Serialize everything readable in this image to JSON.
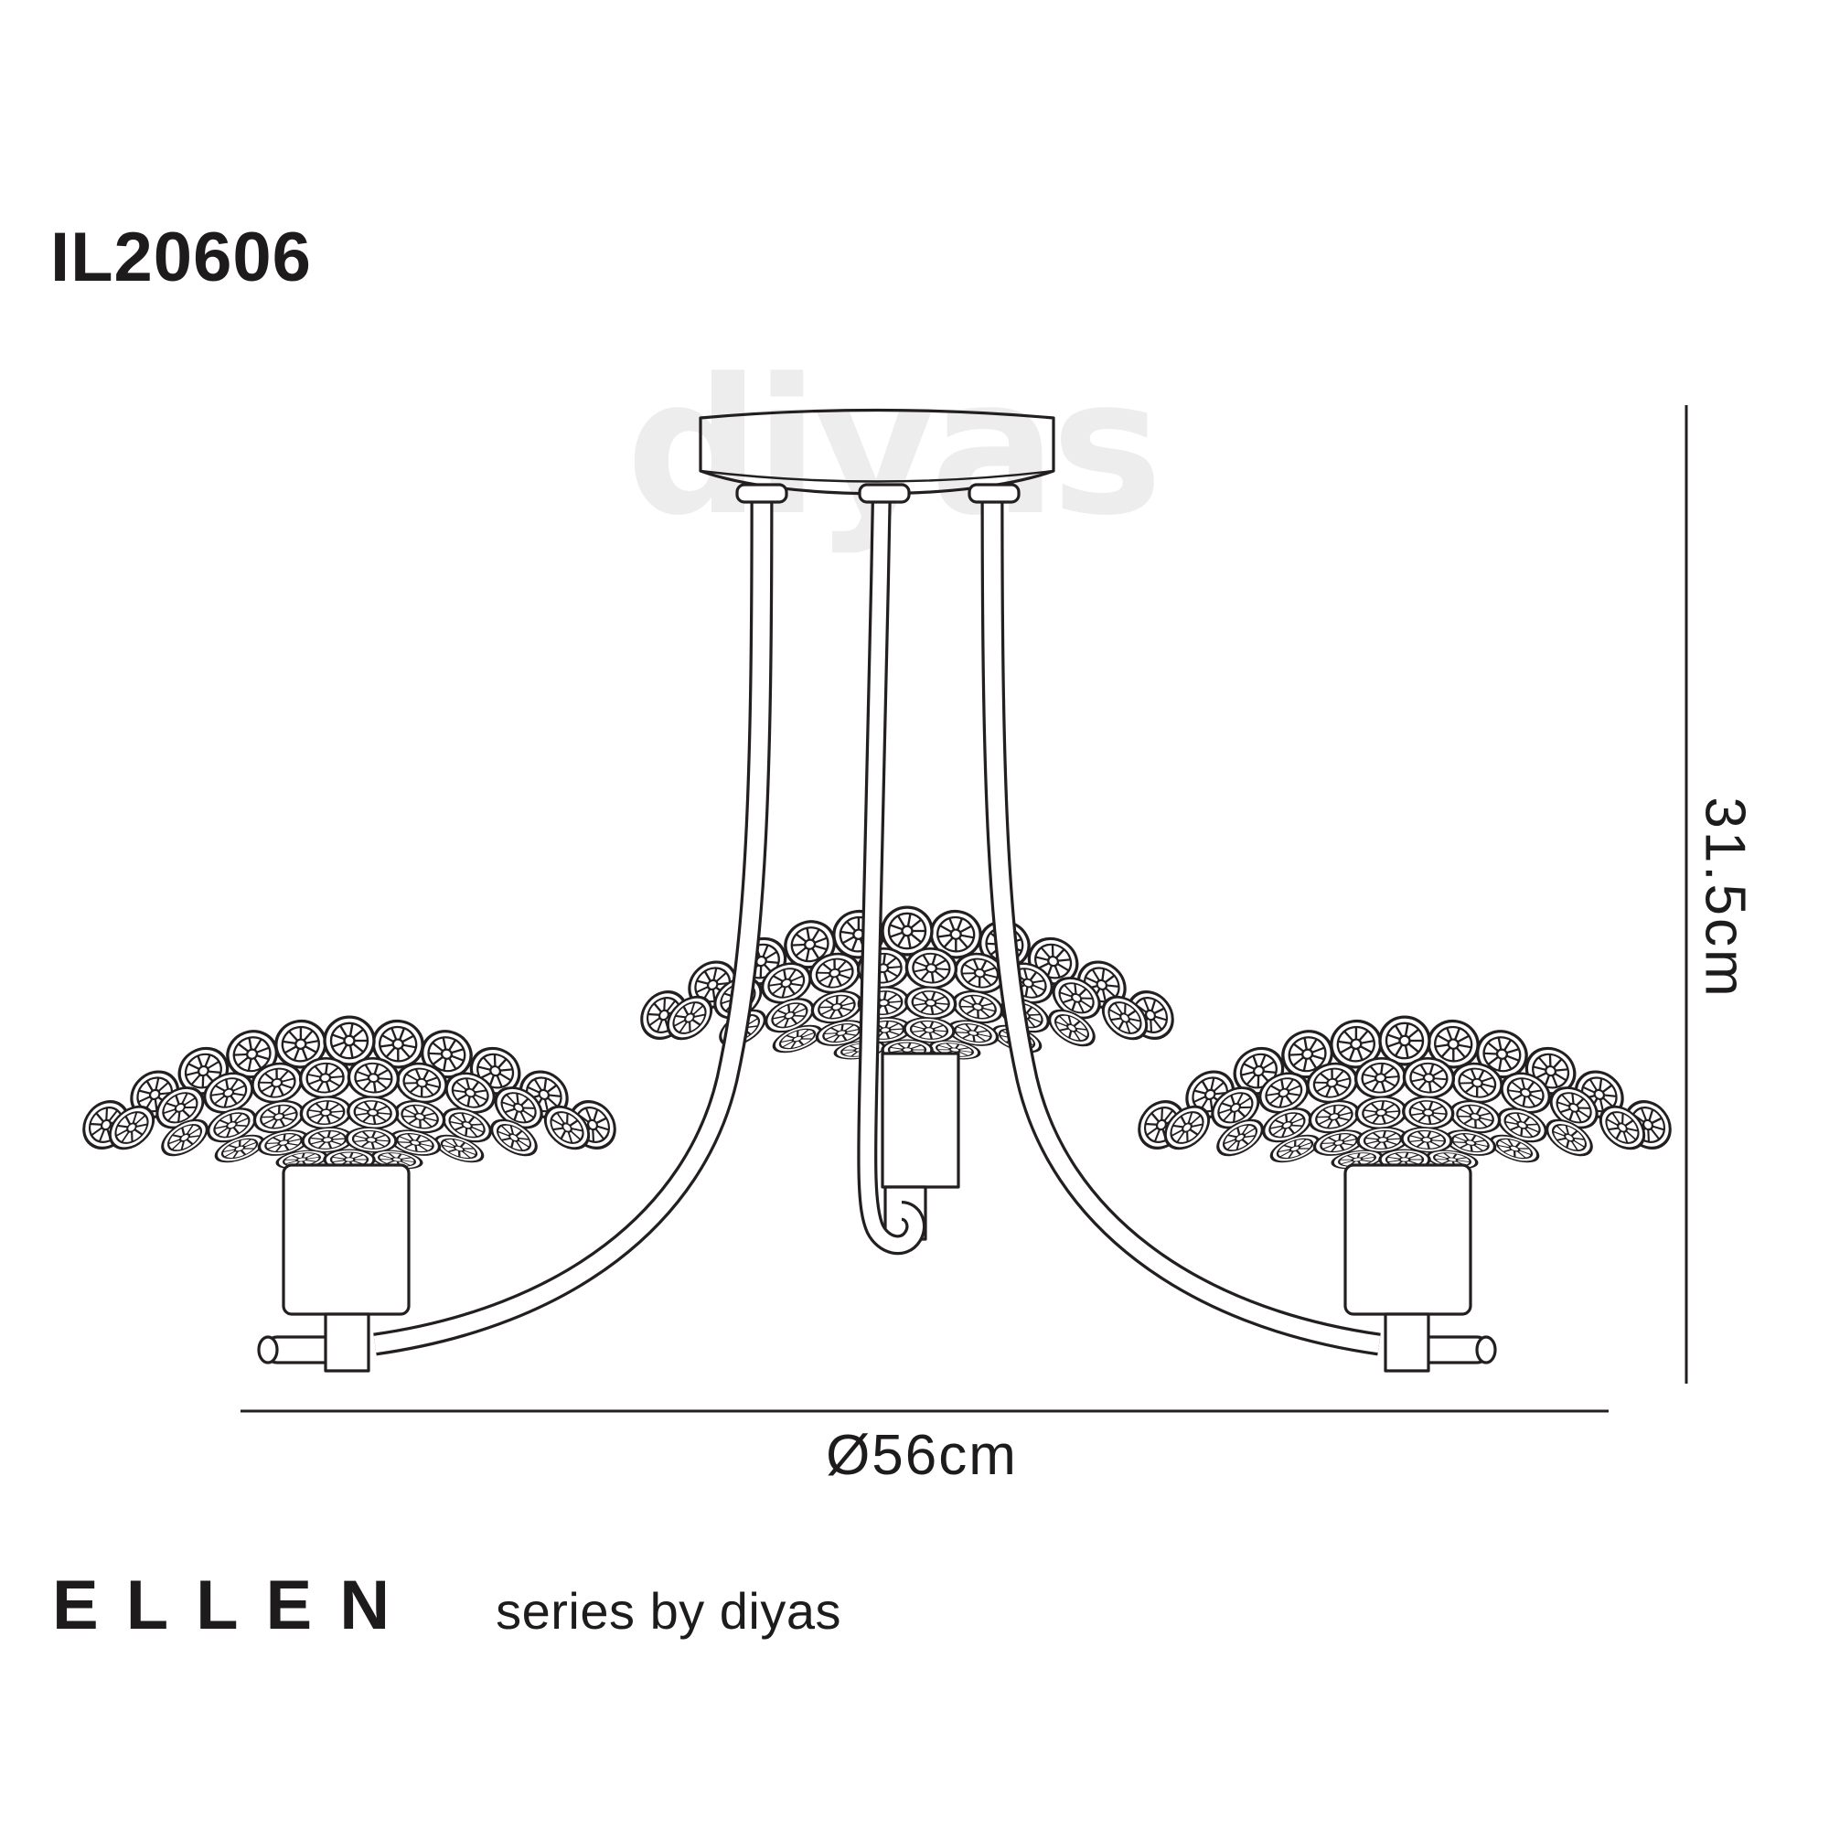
{
  "product": {
    "code": "IL20606"
  },
  "dimensions": {
    "diameter_label": "Ø56cm",
    "height_label": "31.5cm"
  },
  "branding": {
    "series_name": "ELLEN",
    "series_byline": "series by diyas",
    "watermark": "diyas"
  },
  "colors": {
    "line": "#231f20",
    "ink": "#1d1b1c",
    "watermark": "#ededed",
    "background": "#ffffff"
  }
}
